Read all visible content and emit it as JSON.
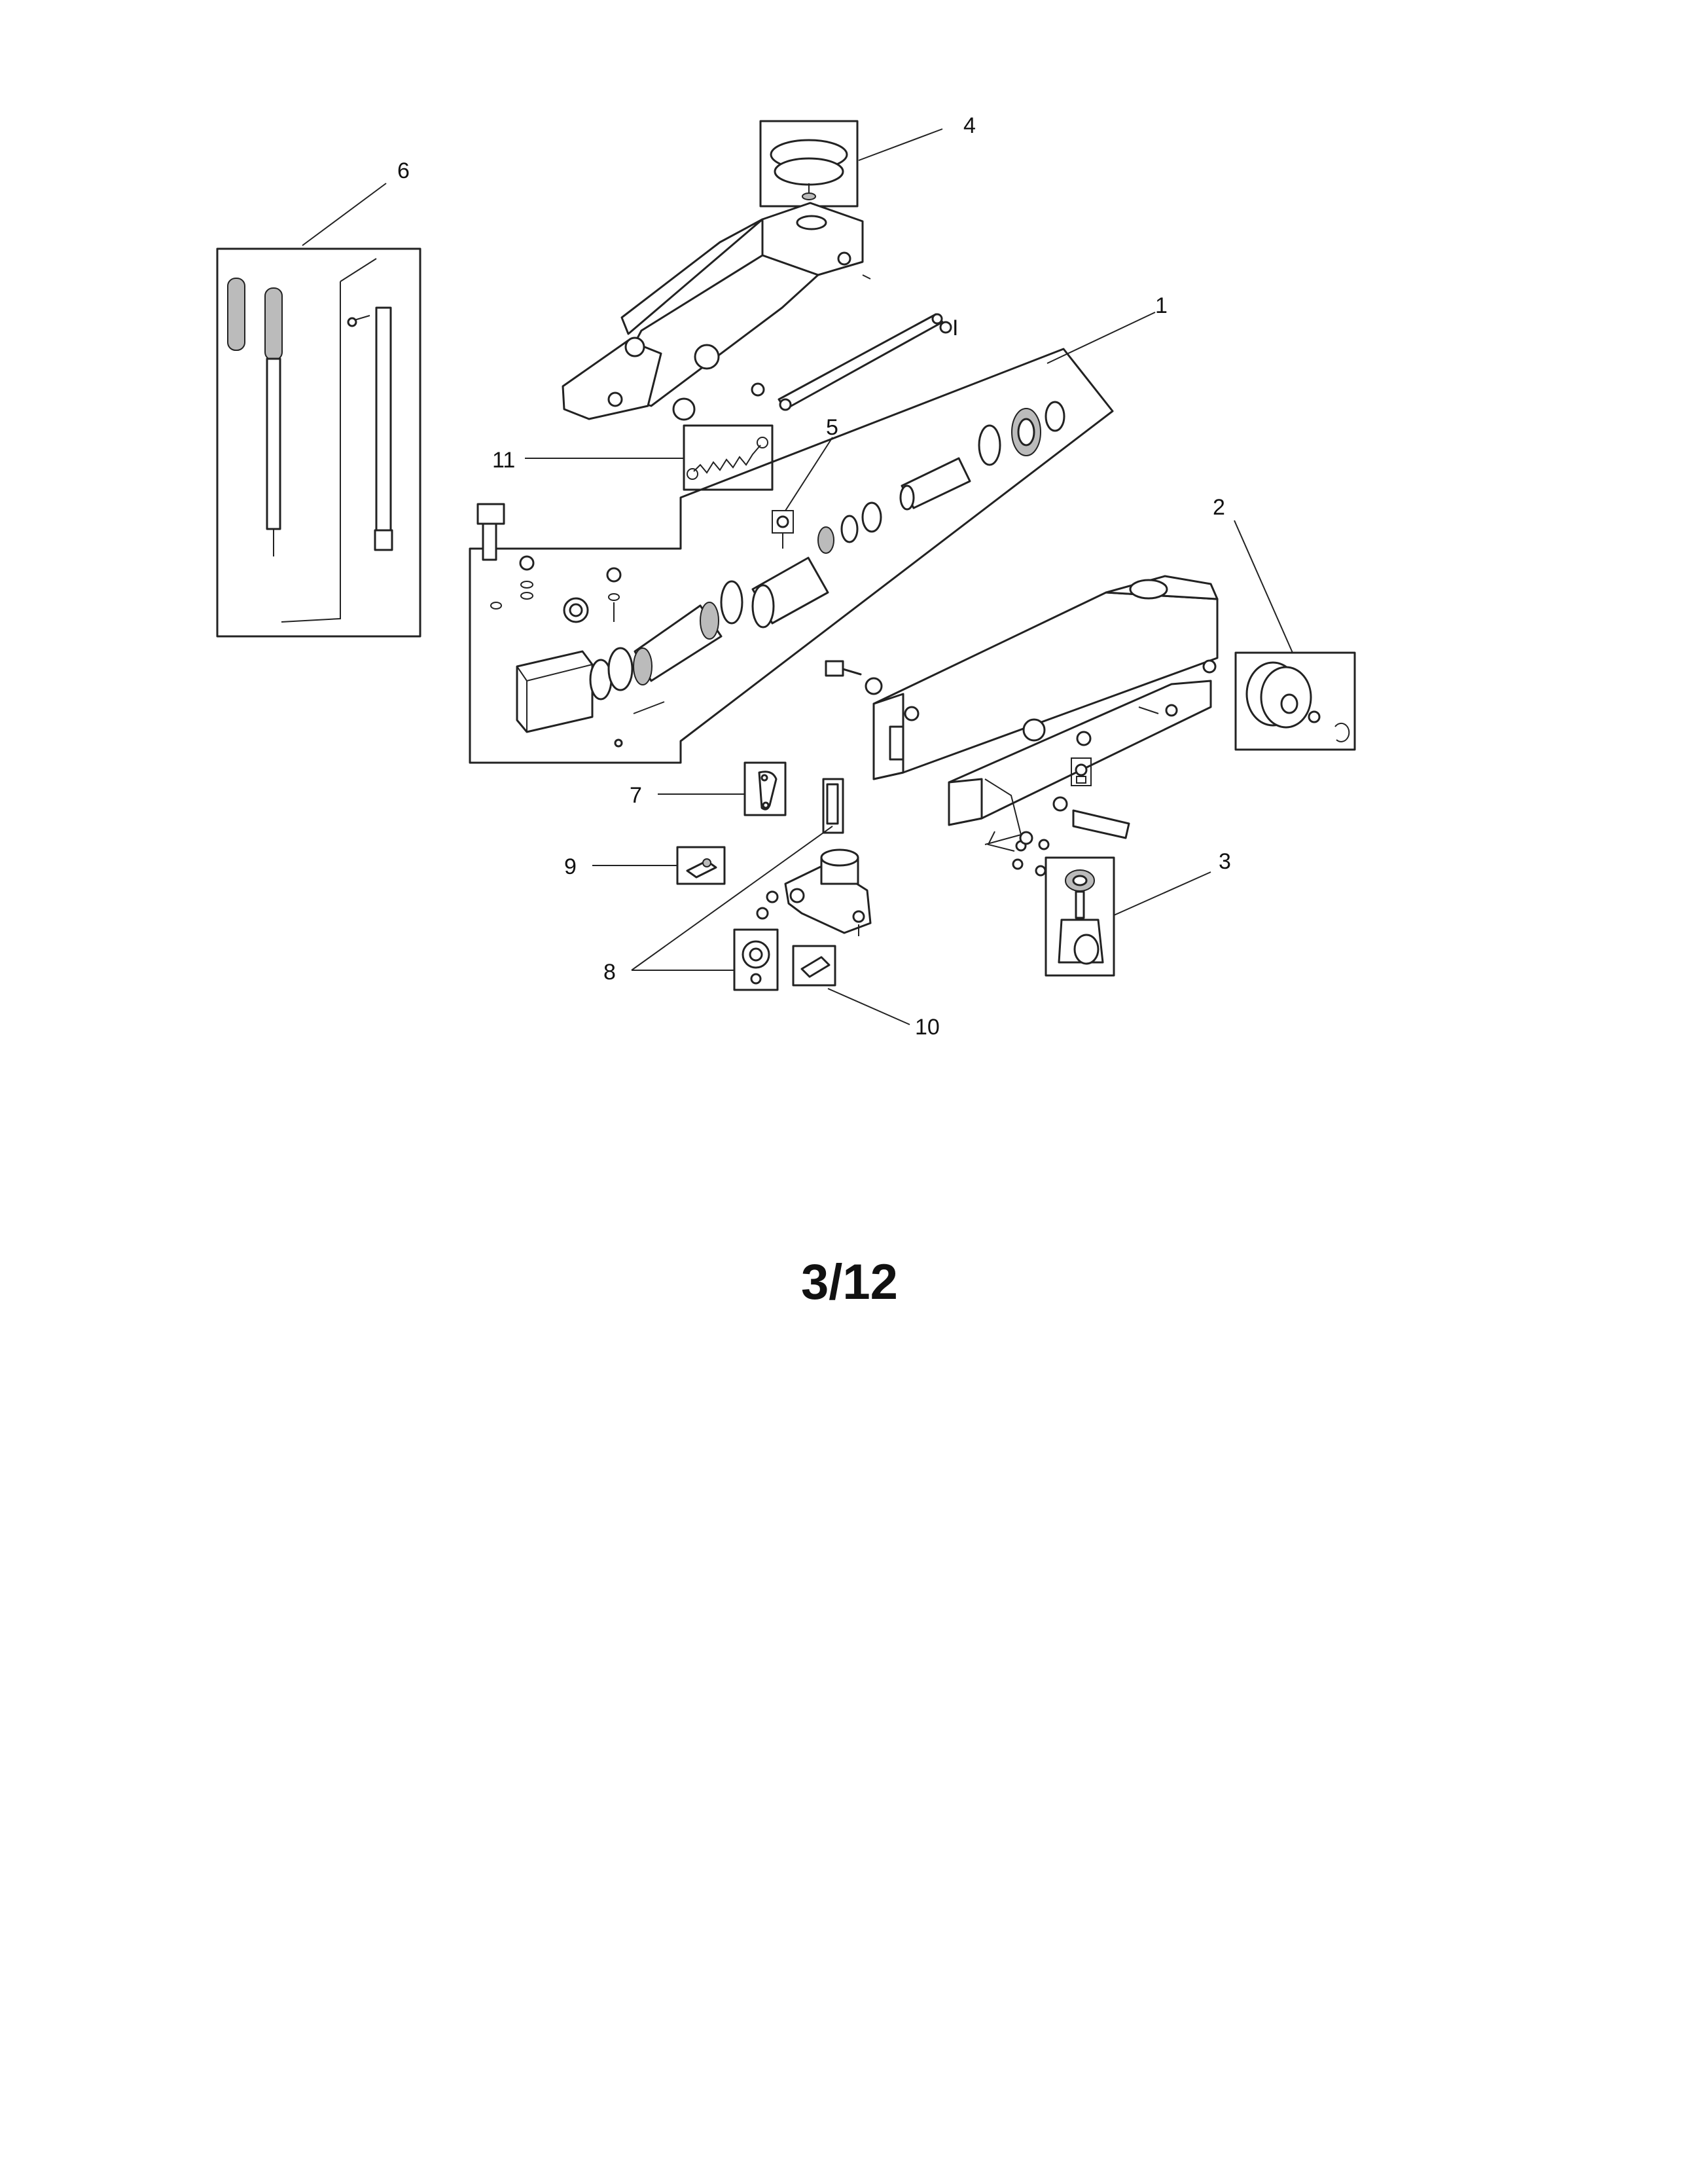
{
  "diagram": {
    "callouts": [
      "1",
      "2",
      "3",
      "4",
      "5",
      "6",
      "7",
      "8",
      "9",
      "10",
      "11"
    ]
  },
  "page_number": "3/12"
}
